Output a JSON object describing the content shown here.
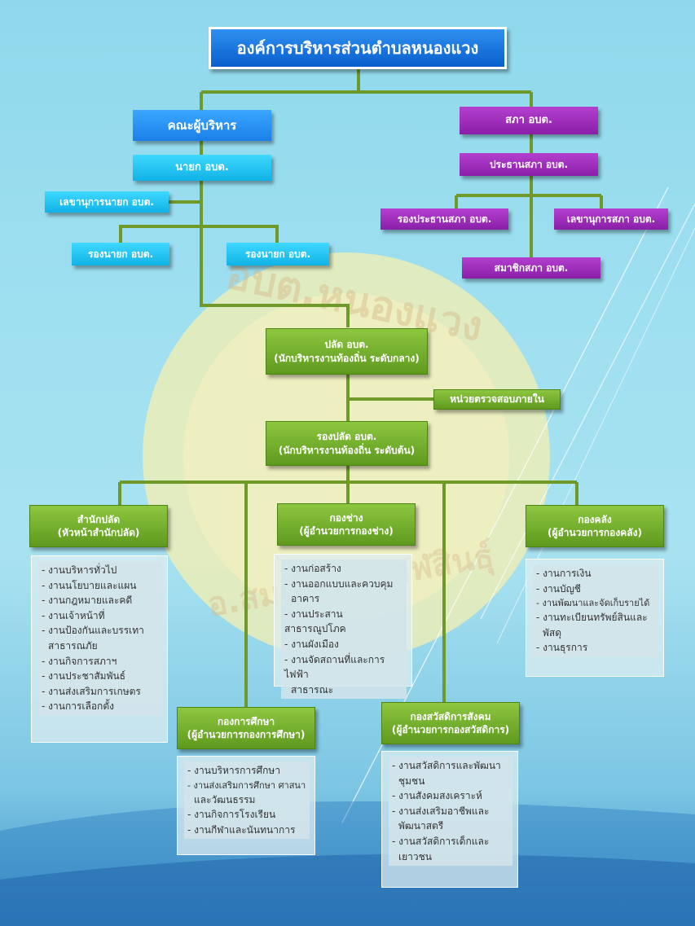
{
  "colors": {
    "green": "#6fac28",
    "purple": "#9b2fbf",
    "blue": "#1a7fe8",
    "cyan": "#10b2e6",
    "line": "#6f9a2a"
  },
  "title": "องค์การบริหารส่วนตำบลหนองแวง",
  "executive": {
    "committee": "คณะผู้บริหาร",
    "mayor": "นายก อบต.",
    "secretary": "เลขานุการนายก อบต.",
    "deputy_left": "รองนายก อบต.",
    "deputy_right": "รองนายก อบต."
  },
  "council": {
    "council": "สภา อบต.",
    "president": "ประธานสภา อบต.",
    "vice_president": "รองประธานสภา อบต.",
    "secretary": "เลขานุการสภา อบต.",
    "member": "สมาชิกสภา อบต."
  },
  "admin": {
    "palad_title": "ปลัด อบต.",
    "palad_sub": "(นักบริหารงานท้องถิ่น ระดับกลาง)",
    "audit": "หน่วยตรวจสอบภายใน",
    "deputy_title": "รองปลัด อบต.",
    "deputy_sub": "(นักบริหารงานท้องถิ่น ระดับต้น)"
  },
  "watermark": {
    "top": "อบต.หนองแวง",
    "bottom": "อ.สมเด็จ จ.กาฬสินธุ์"
  },
  "departments": [
    {
      "title": "สำนักปลัด",
      "sub": "(หัวหน้าสำนักปลัด)",
      "items": [
        "- งานบริหารทั่วไป",
        "- งานนโยบายและแผน",
        "- งานกฎหมายและคดี",
        "- งานเจ้าหน้าที่",
        "- งานป้องกันและบรรเทา",
        "  สาธารณภัย",
        "- งานกิจการสภาฯ",
        "- งานประชาสัมพันธ์",
        "- งานส่งเสริมการเกษตร",
        "- งานการเลือกตั้ง"
      ]
    },
    {
      "title": "กองช่าง",
      "sub": "(ผู้อำนวยการกองช่าง)",
      "items": [
        "- งานก่อสร้าง",
        "- งานออกแบบและควบคุม",
        "  อาคาร",
        "- งานประสานสาธารณูปโภค",
        "- งานผังเมือง",
        "- งานจัดสถานที่และการไฟฟ้า",
        "  สาธารณะ"
      ]
    },
    {
      "title": "กองคลัง",
      "sub": "(ผู้อำนวยการกองคลัง)",
      "items": [
        "- งานการเงิน",
        "- งานบัญชี",
        "- งานพัฒนาและจัดเก็บรายได้",
        "- งานทะเบียนทรัพย์สินและ",
        "  พัสดุ",
        "- งานธุรการ"
      ]
    },
    {
      "title": "กองการศึกษา",
      "sub": "(ผู้อำนวยการกองการศึกษา)",
      "items": [
        "- งานบริหารการศึกษา",
        "- งานส่งเสริมการศึกษา ศาสนา",
        "  และวัฒนธรรม",
        "- งานกิจการโรงเรียน",
        "- งานกีฬาและนันทนาการ"
      ]
    },
    {
      "title": "กองสวัสดิการสังคม",
      "sub": "(ผู้อำนวยการกองสวัสดิการ)",
      "items": [
        "- งานสวัสดิการและพัฒนา",
        "  ชุมชน",
        "- งานสังคมสงเคราะห์",
        "- งานส่งเสริมอาชีพและ",
        "  พัฒนาสตรี",
        "- งานสวัสดิการเด็กและ",
        "  เยาวชน"
      ]
    }
  ]
}
